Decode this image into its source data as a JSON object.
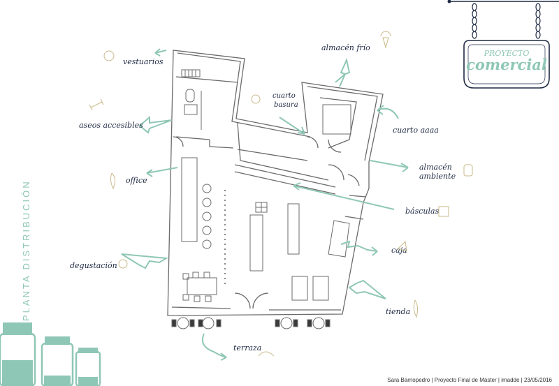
{
  "sign": {
    "line1": "PROYECTO",
    "line2": "comercial"
  },
  "labels": {
    "vestuarios": "vestuarios",
    "almacen_frio": "almacén frío",
    "cuarto_basura_1": "cuarto",
    "cuarto_basura_2": "basura",
    "aseos": "aseos accesibles",
    "cuarto_aaaa": "cuarto aaaa",
    "almacen_ambiente_1": "almacén",
    "almacen_ambiente_2": "ambiente",
    "office": "office",
    "basculas": "básculas",
    "caja": "caja",
    "degustacion": "degustación",
    "tienda": "tienda",
    "terraza": "terraza"
  },
  "side_title": "PLANTA DISTRIBUCIÓN",
  "credits": "Sara Barriopedro | Proyecto Final de Máster | imadde | 23/05/2016",
  "colors": {
    "accent": "#8fc7b6",
    "ink": "#1f2a44",
    "line": "#6b6b6b"
  }
}
